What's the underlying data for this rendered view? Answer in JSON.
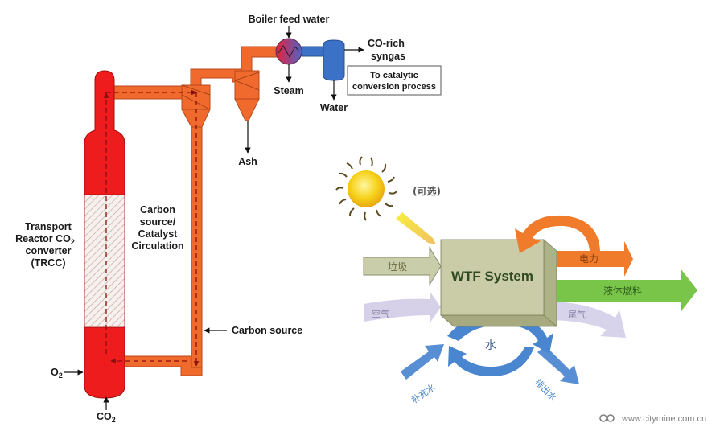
{
  "left_diagram": {
    "boiler_feed_water": "Boiler feed water",
    "co_rich_syngas_line1": "CO-rich",
    "co_rich_syngas_line2": "syngas",
    "catalytic_box_line1": "To catalytic",
    "catalytic_box_line2": "conversion process",
    "steam": "Steam",
    "water": "Water",
    "ash": "Ash",
    "reactor_label": [
      "Transport",
      "Reactor CO",
      "2",
      "converter",
      "(TRCC)"
    ],
    "circulation_label": [
      "Carbon",
      "source/",
      "Catalyst",
      "Circulation"
    ],
    "carbon_source": "Carbon source",
    "o2_main": "O",
    "o2_sub": "2",
    "co2_main": "CO",
    "co2_sub": "2",
    "colors": {
      "reactor_red": "#ee1c1c",
      "pipe_orange": "#ef6a2c",
      "cooler_blue": "#3b72c8",
      "hatch": "#c9a9a0"
    }
  },
  "right_diagram": {
    "optional_label": "(可选)",
    "system_label": "WTF System",
    "inputs": [
      {
        "label": "垃圾",
        "color": "#c9cdaa"
      },
      {
        "label": "空气",
        "color": "#d6d0e8"
      }
    ],
    "outputs": [
      {
        "label": "电力",
        "color": "#f07b2a"
      },
      {
        "label": "液体燃料",
        "color": "#79c54a"
      },
      {
        "label": "尾气",
        "color": "#d6d3ea"
      }
    ],
    "water_cycle": {
      "center_label": "水",
      "makeup_water": "补充水",
      "discharge_water": "排出水",
      "color": "#4a86d0"
    },
    "colors": {
      "box_front": "#c9cca6",
      "box_side": "#b6ba8e",
      "sun": "#f6d21a"
    }
  },
  "watermark": {
    "text": "www.citymine.com.cn"
  }
}
